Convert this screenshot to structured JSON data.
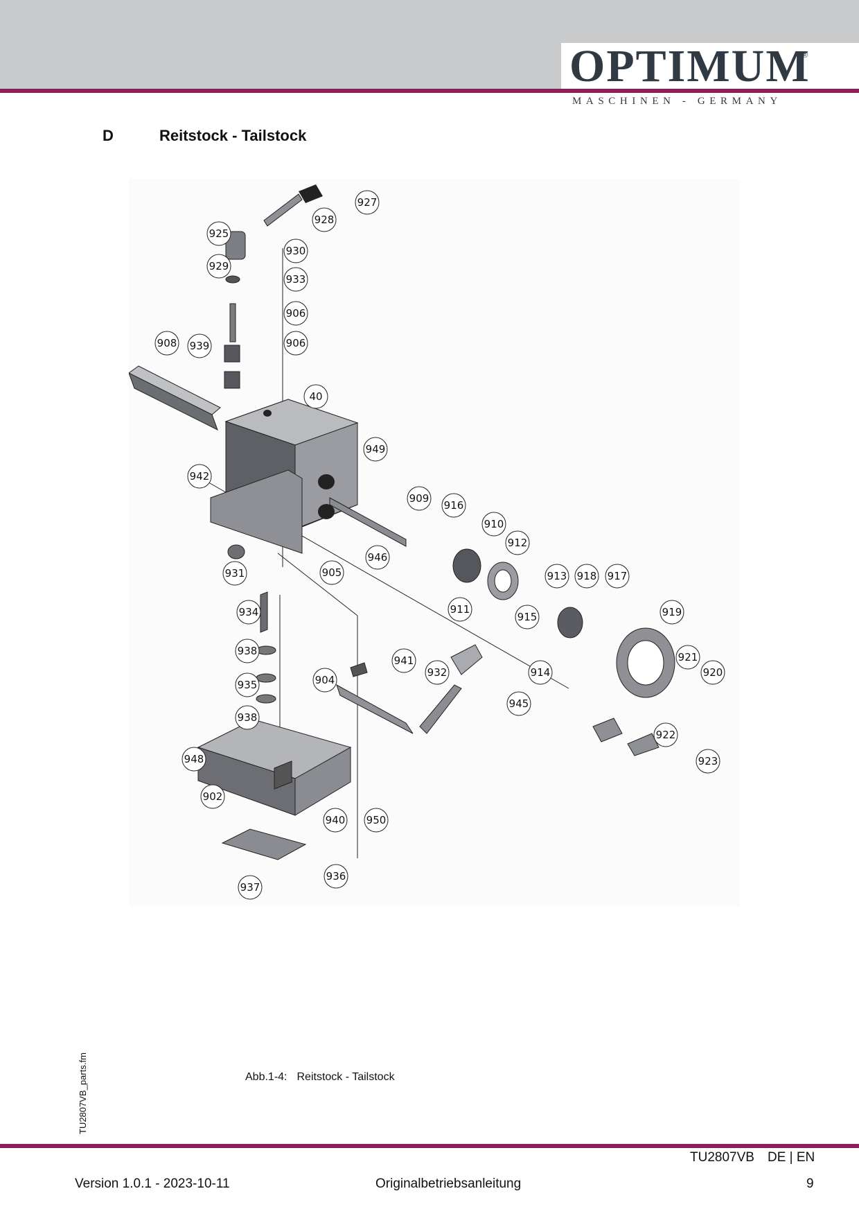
{
  "header": {
    "brand": "OPTIMUM",
    "brand_mark": "®",
    "brand_subtitle": "MASCHINEN - GERMANY"
  },
  "section": {
    "letter": "D",
    "title": "Reitstock - Tailstock"
  },
  "drawing": {
    "part_labels": [
      "927",
      "928",
      "925",
      "930",
      "929",
      "933",
      "906",
      "906",
      "908",
      "939",
      "40",
      "949",
      "942",
      "909",
      "916",
      "910",
      "912",
      "946",
      "905",
      "931",
      "911",
      "913",
      "918",
      "917",
      "934",
      "915",
      "919",
      "938",
      "941",
      "932",
      "914",
      "921",
      "935",
      "904",
      "920",
      "945",
      "938",
      "922",
      "948",
      "923",
      "902",
      "940",
      "950",
      "936",
      "937"
    ]
  },
  "caption": {
    "number": "Abb.1-4:",
    "text": "Reitstock - Tailstock"
  },
  "side_filename": "TU2807VB_parts.fm",
  "footer": {
    "doc_code": "TU2807VB",
    "languages": "DE | EN",
    "version": "Version 1.0.1 - 2023-10-11",
    "doc_type": "Originalbetriebsanleitung",
    "page": "9"
  },
  "colors": {
    "accent": "#8a1f5a",
    "header_gray": "#c8c9cb",
    "logo": "#2f3a44"
  }
}
